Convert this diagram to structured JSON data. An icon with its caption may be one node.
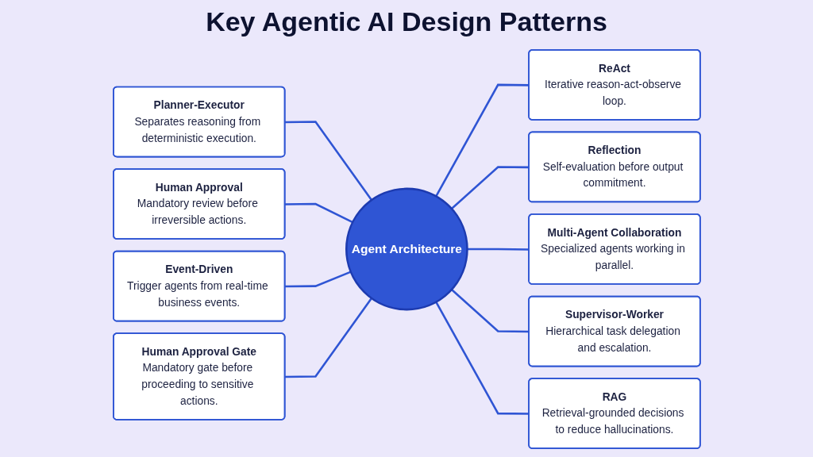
{
  "diagram": {
    "title": "Key Agentic AI Design Patterns",
    "nodes": [
      {
        "text": [
          "Agent Architecture"
        ]
      },
      {
        "text": [
          "Planner-Executor",
          "Separates reasoning from deterministic execution."
        ]
      },
      {
        "text": [
          "ReAct",
          "Iterative reason-act-observe loop."
        ]
      },
      {
        "text": [
          "Reflection",
          "Self-evaluation before output commitment."
        ]
      },
      {
        "text": [
          "Human Approval",
          "Mandatory review before irreversible actions."
        ]
      },
      {
        "text": [
          "Multi-Agent Collaboration",
          "Specialized agents working in parallel."
        ]
      },
      {
        "text": [
          "Event-Driven",
          "Trigger agents from real-time business events."
        ]
      },
      {
        "text": [
          "Supervisor-Worker",
          "Hierarchical task delegation and escalation."
        ]
      },
      {
        "text": [
          "Human Approval Gate",
          "Mandatory gate before proceeding to sensitive actions."
        ]
      },
      {
        "text": [
          "RAG",
          "Retrieval-grounded decisions to reduce hallucinations."
        ]
      }
    ],
    "edges": [
      {
        "from": 1,
        "to": 0,
        "arrow": "none"
      },
      {
        "from": 0,
        "to": 2,
        "arrow": "none"
      },
      {
        "from": 0,
        "to": 3,
        "arrow": "none"
      },
      {
        "from": 4,
        "to": 0,
        "arrow": "none"
      },
      {
        "from": 0,
        "to": 5,
        "arrow": "none"
      },
      {
        "from": 6,
        "to": 0,
        "arrow": "none"
      },
      {
        "from": 0,
        "to": 7,
        "arrow": "none"
      },
      {
        "from": 8,
        "to": 0,
        "arrow": "none"
      },
      {
        "from": 0,
        "to": 9,
        "arrow": "none"
      }
    ]
  }
}
